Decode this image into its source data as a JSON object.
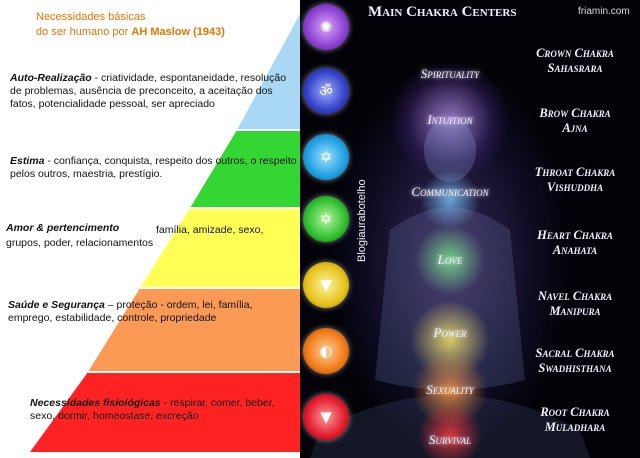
{
  "pyramid": {
    "header_line1": "Necessidades  básicas",
    "header_line2_prefix": "do ser humano por ",
    "header_author": "AH Maslow (1943)",
    "levels": [
      {
        "title": "Auto-Realização",
        "desc": " - criatividade, espontaneidade, resolução de problemas, ausência de preconceito, a aceitação dos fatos, potencialidade pessoal, ser apreciado",
        "color": "#a9d8f5"
      },
      {
        "title": "Estima",
        "desc": " - confiança, conquista, respeito dos outros, o respeito pelos outros, maestria, prestígio.",
        "color": "#33d633"
      },
      {
        "title": "Amor & pertencimento",
        "desc": "família, amizade, sexo, grupos, poder, relacionamentos",
        "color": "#ffff55"
      },
      {
        "title": "Saúde e Segurança",
        "desc": " – proteção - ordem,  lei, família, emprego, estabilidade, controle, propriedade",
        "color": "#fb9a55"
      },
      {
        "title": "Necessidades fisiológicas",
        "desc": " - respirar, comer, beber, sexo, dormir, homeostase, excreção",
        "color": "#ff2222"
      }
    ]
  },
  "chakra_panel": {
    "title": "Main Chakra Centers",
    "credit": "friamin.com",
    "vertical_text": "Blogiaurabotelho",
    "chakras": [
      {
        "word": "Spirituality",
        "name": "Crown Chakra",
        "sanskrit": "Sahasrara",
        "color": "#8a3fd0",
        "glyph": "✺"
      },
      {
        "word": "Intuition",
        "name": "Brow Chakra",
        "sanskrit": "Ajna",
        "color": "#3340c8",
        "glyph": "ॐ"
      },
      {
        "word": "Communication",
        "name": "Throat Chakra",
        "sanskrit": "Vishuddha",
        "color": "#1f9ee0",
        "glyph": "✡"
      },
      {
        "word": "Love",
        "name": "Heart Chakra",
        "sanskrit": "Anahata",
        "color": "#2fbf2f",
        "glyph": "✡"
      },
      {
        "word": "Power",
        "name": "Navel Chakra",
        "sanskrit": "Manipura",
        "color": "#e6c21a",
        "glyph": "▼"
      },
      {
        "word": "Sexuality",
        "name": "Sacral Chakra",
        "sanskrit": "Swadhisthana",
        "color": "#f07a16",
        "glyph": "◐"
      },
      {
        "word": "Survival",
        "name": "Root Chakra",
        "sanskrit": "Muladhara",
        "color": "#e01a2a",
        "glyph": "▼"
      }
    ]
  }
}
